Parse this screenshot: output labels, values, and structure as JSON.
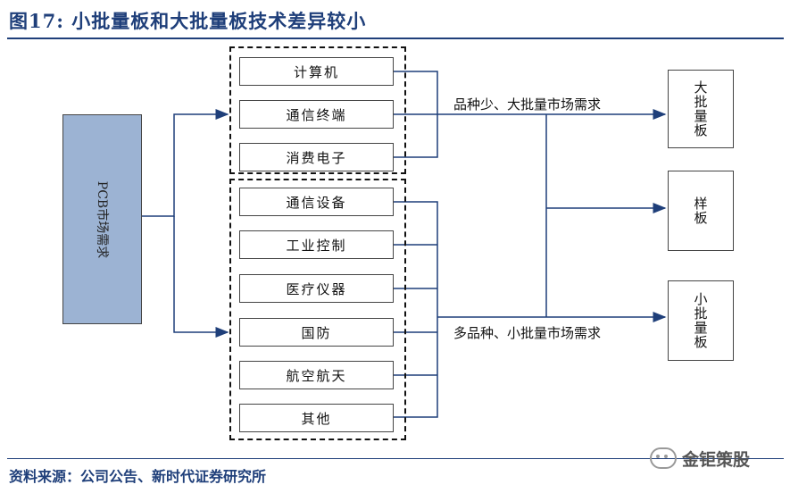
{
  "figure": {
    "title": "图17:   小批量板和大批量板技术差异较小",
    "source": "资料来源：公司公告、新时代证券研究所",
    "watermark": "金钜策股"
  },
  "diagram": {
    "left_node": "PCB市场需求",
    "group_top": [
      "计算机",
      "通信终端",
      "消费电子"
    ],
    "group_bottom": [
      "通信设备",
      "工业控制",
      "医疗仪器",
      "国防",
      "航空航天",
      "其他"
    ],
    "top_flow_label": "品种少、大批量市场需求",
    "bottom_flow_label": "多品种、小批量市场需求",
    "outputs": [
      "大批量板",
      "样板",
      "小批量板"
    ]
  },
  "colors": {
    "title": "#1f3f7a",
    "pcb_fill": "#9cb3d3",
    "arrow": "#1f3f7a"
  }
}
